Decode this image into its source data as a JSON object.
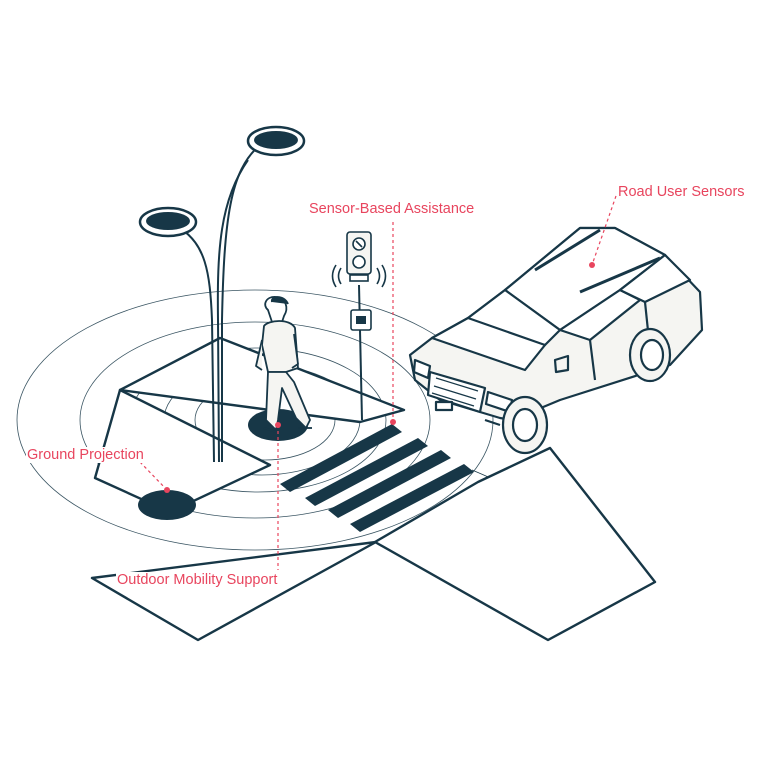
{
  "labels": {
    "ground_projection": "Ground Projection",
    "outdoor_mobility_support": "Outdoor Mobility Support",
    "sensor_based_assistance": "Sensor-Based Assistance",
    "road_user_sensors": "Road User Sensors"
  },
  "colors": {
    "ink": "#173747",
    "accent": "#e8455e",
    "fill": "#f5f5f2",
    "background": "#ffffff"
  },
  "icons": [
    "street-lamp-icon",
    "pedestrian-icon",
    "traffic-signal-icon",
    "suv-icon",
    "crosswalk-icon"
  ]
}
